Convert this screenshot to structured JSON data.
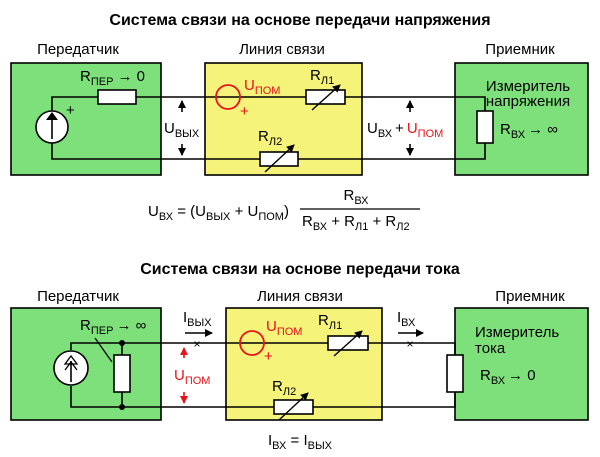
{
  "colors": {
    "green_box": "#7ee07b",
    "yellow_box": "#f6f37a",
    "red": "#e8141c",
    "wire": "#000000"
  },
  "top": {
    "title": "Система связи на основе передачи напряжения",
    "transmitter_label": "Передатчик",
    "line_label": "Линия связи",
    "receiver_label": "Приемник",
    "r_tx": "R",
    "r_tx_sub": "ПЕР",
    "r_tx_val": "→ 0",
    "u_pom": "U",
    "u_pom_sub": "ПОМ",
    "r_l1": "R",
    "r_l1_sub": "Л1",
    "r_l2": "R",
    "r_l2_sub": "Л2",
    "u_out": "U",
    "u_out_sub": "ВЫХ",
    "u_in": "U",
    "u_in_sub": "ВХ",
    "plus_sign": "+",
    "u_pom2": "U",
    "u_pom2_sub": "ПОМ",
    "meter_line1": "Измеритель",
    "meter_line2": "напряжения",
    "r_in": "R",
    "r_in_sub": "ВХ",
    "r_in_val": "→ ∞",
    "polarity_plus": "+",
    "formula": {
      "lhs": "U",
      "lhs_sub": "ВХ",
      "mid1": " = (U",
      "mid1_sub": "ВЫХ",
      "mid2": " + U",
      "mid2_sub": "ПОМ",
      "mid3": ")",
      "num": "R",
      "num_sub": "ВХ",
      "den1": "R",
      "den1_sub": "ВХ",
      "den2": " + R",
      "den2_sub": "Л1",
      "den3": " + R",
      "den3_sub": "Л2"
    }
  },
  "bottom": {
    "title": "Система связи на основе передачи тока",
    "transmitter_label": "Передатчик",
    "line_label": "Линия связи",
    "receiver_label": "Приемник",
    "r_tx": "R",
    "r_tx_sub": "ПЕР",
    "r_tx_val": "→ ∞",
    "i_out": "I",
    "i_out_sub": "ВЫХ",
    "u_pom": "U",
    "u_pom_sub": "ПОМ",
    "r_l1": "R",
    "r_l1_sub": "Л1",
    "i_in": "I",
    "i_in_sub": "ВХ",
    "u_pom_side": "U",
    "u_pom_side_sub": "ПОМ",
    "r_l2": "R",
    "r_l2_sub": "Л2",
    "meter_line1": "Измеритель",
    "meter_line2": "тока",
    "r_in": "R",
    "r_in_sub": "ВХ",
    "r_in_val": "→ 0",
    "polarity_plus": "+",
    "formula": {
      "a": "I",
      "a_sub": "ВХ",
      "eq": " = I",
      "b_sub": "ВЫХ"
    }
  }
}
